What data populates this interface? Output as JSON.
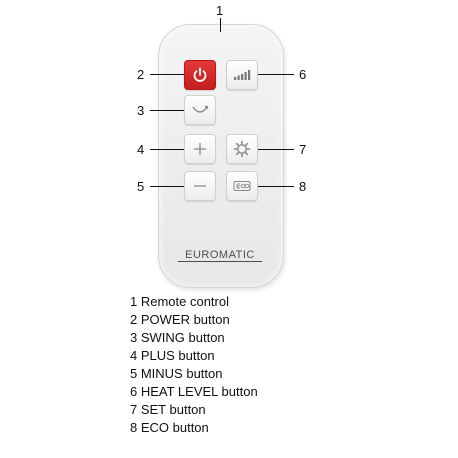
{
  "brand": "EUROMATIC",
  "callouts": [
    "1",
    "2",
    "3",
    "4",
    "5",
    "6",
    "7",
    "8"
  ],
  "legend": [
    "1 Remote control",
    "2 POWER button",
    "3 SWING button",
    "4 PLUS button",
    "5 MINUS button",
    "6 HEAT LEVEL button",
    "7 SET button",
    "8 ECO button"
  ],
  "buttons": {
    "power": {
      "icon": "power-icon",
      "color": "#d02828"
    },
    "heat_level": {
      "icon": "signal-bars-icon"
    },
    "swing": {
      "icon": "swing-arc-icon"
    },
    "plus": {
      "icon": "plus-icon"
    },
    "set": {
      "icon": "gear-icon"
    },
    "minus": {
      "icon": "minus-icon"
    },
    "eco": {
      "icon": "eco-icon"
    }
  }
}
